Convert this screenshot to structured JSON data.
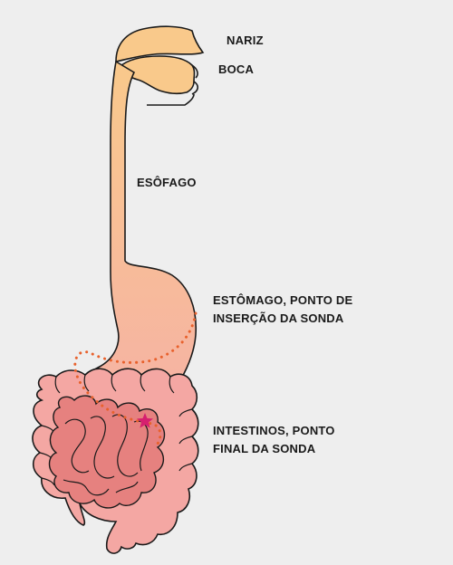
{
  "labels": {
    "nose": "NARIZ",
    "mouth": "BOCA",
    "esophagus": "ESÔFAGO",
    "stomach": [
      "ESTÔMAGO, PONTO DE",
      "INSERÇÃO DA SONDA"
    ],
    "intestines": [
      "INTESTINOS, PONTO",
      "FINAL DA SONDA"
    ]
  },
  "colors": {
    "background": "#eeeeee",
    "head": "#f9c98b",
    "esophagus_top": "#f9c98b",
    "esophagus_bottom": "#f6b3a3",
    "large_intestine": "#f4a7a3",
    "small_intestine": "#e6817f",
    "outline": "#1a1a1a",
    "tube": "#e8612c",
    "end_marker": "#d6206f"
  },
  "icons": {
    "tube_end": "star-marker-icon"
  }
}
